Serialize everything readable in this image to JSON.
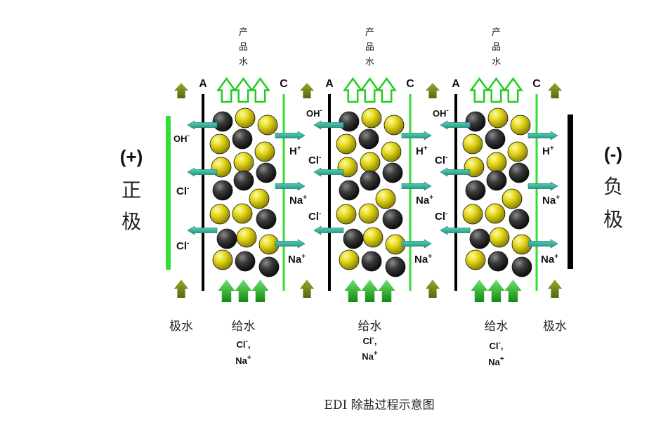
{
  "electrodes": {
    "positive": {
      "sign": "(+)",
      "line1": "正",
      "line2": "极",
      "color": "#33dd33"
    },
    "negative": {
      "sign": "(-)",
      "line1": "负",
      "line2": "极",
      "color": "#000000"
    }
  },
  "membranes": {
    "anion_label": "A",
    "cation_label": "C",
    "anion_color": "#000000",
    "cation_color": "#33dd33"
  },
  "cells": [
    {
      "product_water": [
        "产",
        "品",
        "水"
      ],
      "feed_label": "给水",
      "feed_ions": [
        "Cl-,",
        "Na+"
      ],
      "left_ions": [
        "OH-",
        "Cl-",
        "Cl-"
      ],
      "right_ions": [
        "H+",
        "Na+",
        "Na+"
      ]
    },
    {
      "product_water": [
        "产",
        "品",
        "水"
      ],
      "feed_label": "给水",
      "feed_ions": [
        "Cl-,",
        "Na+"
      ],
      "left_ions": [
        "OH-",
        "Cl-",
        "Cl-"
      ],
      "right_ions": [
        "H+",
        "Na+",
        "Na+"
      ]
    },
    {
      "product_water": [
        "产",
        "品",
        "水"
      ],
      "feed_label": "给水",
      "feed_ions": [
        "Cl-,",
        "Na+"
      ],
      "left_ions": [
        "OH-",
        "Cl-",
        "Cl-"
      ],
      "right_ions": [
        "H+",
        "Na+",
        "Na+"
      ]
    }
  ],
  "electrode_water_label": "极水",
  "caption": "EDI  除盐过程示意图",
  "colors": {
    "resin_yellow": "#e6d81a",
    "resin_dark": "#2c2c2c",
    "ion_arrow": "#2fae9a",
    "bright_green": "#22cc22",
    "olive": "#6b8e23"
  }
}
